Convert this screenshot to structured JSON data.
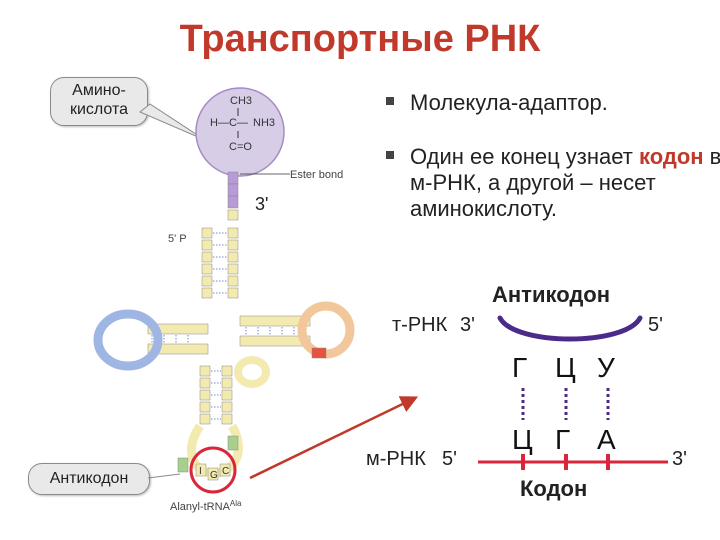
{
  "title": "Транспортные РНК",
  "callouts": {
    "amino": [
      "Амино-",
      "кислота"
    ],
    "anticodon": "Антикодон"
  },
  "bullets": [
    {
      "text": "Молекула-адаптор."
    },
    {
      "pre": "Один ее конец узнает ",
      "highlight": "кодон",
      "post": " в м-РНК, а другой – несет аминокислоту."
    }
  ],
  "molecule": {
    "ester_bond": "Ester bond",
    "three_prime": "3'",
    "five_prime": "5' P",
    "caption": "Alanyl-tRNA",
    "superscript": "Ala",
    "amino_formula": {
      "top": "CH3",
      "left": "H—C—",
      "right": "NH3",
      "bottom": "C=O"
    },
    "anticodon_bases": [
      "I",
      "G",
      "C"
    ]
  },
  "pairing": {
    "anticodon_label": "Антикодон",
    "trna_label": "т-РНК",
    "trna_3": "3'",
    "trna_5": "5'",
    "trna_bases": [
      "Г",
      "Ц",
      "У"
    ],
    "mrna_label": "м-РНК",
    "mrna_5": "5'",
    "mrna_3": "3'",
    "mrna_bases": [
      "Ц",
      "Г",
      "А"
    ],
    "codon_label": "Кодон"
  },
  "colors": {
    "title": "#c0392b",
    "trna_strand": "#4b2a8a",
    "mrna_strand": "#d9263a",
    "arrow": "#c0392b",
    "amino_circle": "#d7cde6",
    "acceptor": "#b79ad6",
    "stem": "#f3eab0",
    "d_arm": "#9fb5e3",
    "t_arm": "#f2c79b"
  }
}
